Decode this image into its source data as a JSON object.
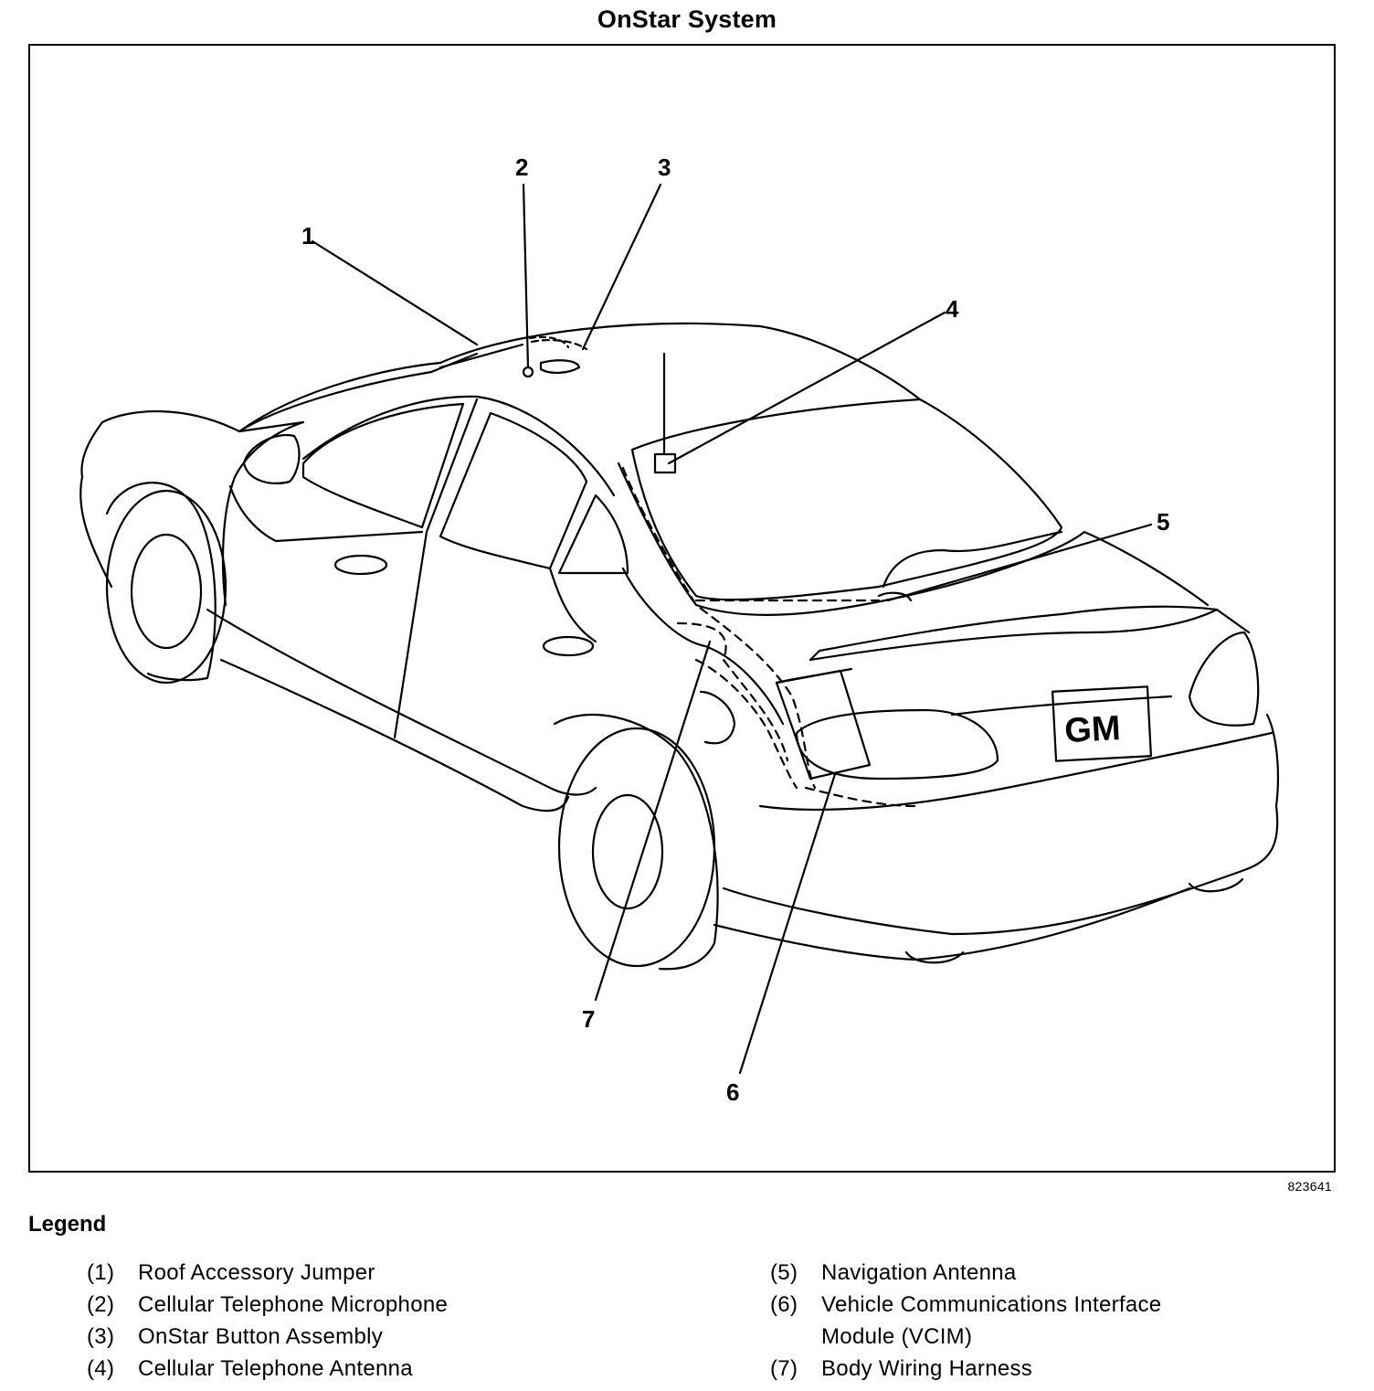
{
  "diagram": {
    "title": "OnStar System",
    "figure_id": "823641",
    "plate_text": "GM",
    "callouts": [
      {
        "number": "1"
      },
      {
        "number": "2"
      },
      {
        "number": "3"
      },
      {
        "number": "4"
      },
      {
        "number": "5"
      },
      {
        "number": "6"
      },
      {
        "number": "7"
      }
    ]
  },
  "legend": {
    "heading": "Legend",
    "items": [
      {
        "num": "(1)",
        "text": "Roof Accessory Jumper"
      },
      {
        "num": "(2)",
        "text": "Cellular Telephone Microphone"
      },
      {
        "num": "(3)",
        "text": "OnStar Button Assembly"
      },
      {
        "num": "(4)",
        "text": "Cellular Telephone Antenna"
      },
      {
        "num": "(5)",
        "text": "Navigation Antenna"
      },
      {
        "num": "(6)",
        "text": "Vehicle Communications Interface Module (VCIM)"
      },
      {
        "num": "(7)",
        "text": "Body Wiring Harness"
      }
    ]
  }
}
